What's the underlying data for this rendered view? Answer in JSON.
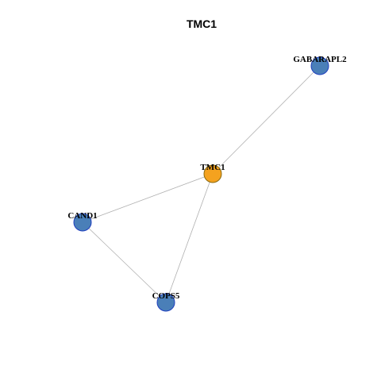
{
  "title": "TMC1",
  "colors": {
    "edge": "#b0b0b0",
    "center_fill": "#f4a21f",
    "center_stroke": "#8a6a10",
    "node_fill": "#4a7fb8",
    "node_stroke": "#1f3fbf"
  },
  "nodes": [
    {
      "id": "TMC1",
      "label": "TMC1",
      "role": "center"
    },
    {
      "id": "GABARAPL2",
      "label": "GABARAPL2",
      "role": "neighbor"
    },
    {
      "id": "CAND1",
      "label": "CAND1",
      "role": "neighbor"
    },
    {
      "id": "COPS5",
      "label": "COPS5",
      "role": "neighbor"
    }
  ],
  "edges": [
    {
      "source": "TMC1",
      "target": "GABARAPL2"
    },
    {
      "source": "TMC1",
      "target": "CAND1"
    },
    {
      "source": "TMC1",
      "target": "COPS5"
    },
    {
      "source": "CAND1",
      "target": "COPS5"
    }
  ]
}
